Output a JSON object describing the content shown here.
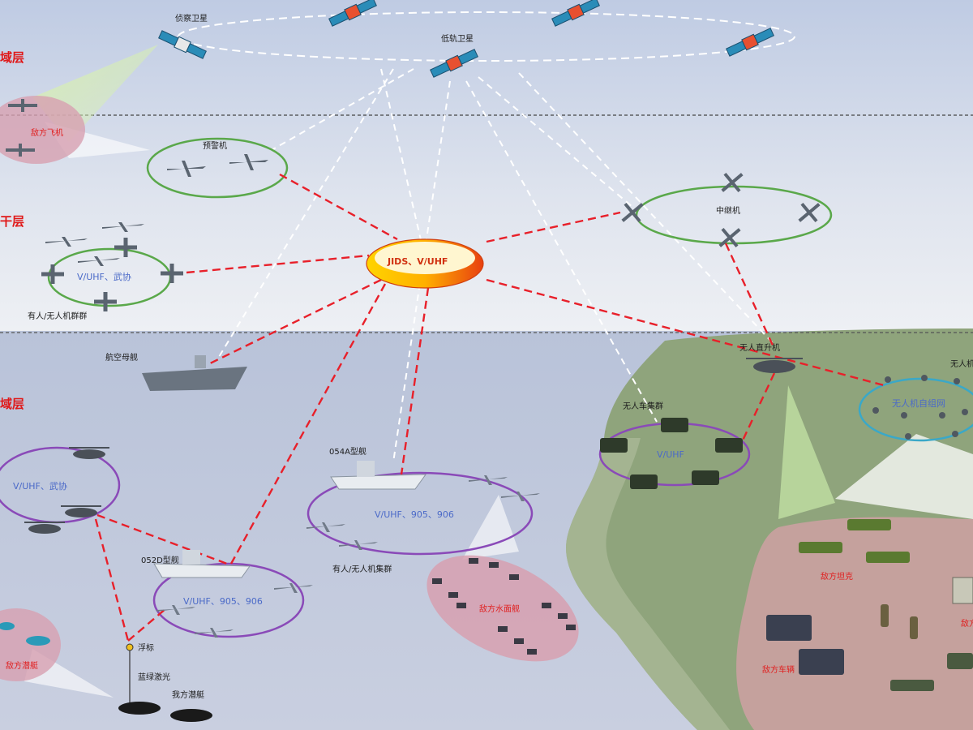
{
  "layers": {
    "space": "域层",
    "air": "干层",
    "surface": "域层"
  },
  "satellites": {
    "relay": "侦察卫星",
    "low_orbit": "低轨卫星"
  },
  "air": {
    "aew": "预警机",
    "relay": "中继机",
    "swarm_ring": "V/UHF、武协",
    "swarm": "有人/无人机群群",
    "enemy_aircraft": "敌方飞机"
  },
  "hub": {
    "label": "JIDS、V/UHF"
  },
  "sea": {
    "carrier": "航空母舰",
    "frigate_054a": "054A型舰",
    "destroyer_052d": "052D型舰",
    "heli_ring": "V/UHF、武协",
    "ring_054a": "V/UHF、905、906",
    "ring_052d": "V/UHF、905、906",
    "swarm_054a": "有人/无人机集群",
    "enemy_ships": "敌方水面舰",
    "enemy_sub": "敌方潜艇",
    "buoy": "浮标",
    "laser": "蓝绿激光",
    "own_sub": "我方潜艇"
  },
  "ground": {
    "helicopter": "无人直升机",
    "ugv_group": "无人车集群",
    "ugv_ring": "V/UHF",
    "drone_group": "无人机",
    "drone_ring": "无人机自组网",
    "enemy_tanks": "敌方坦克",
    "enemy_vehicles": "敌方车辆",
    "enemy_radar": "敌方"
  },
  "colors": {
    "sky_top": "#c6d2e8",
    "sea": "#c4ccdf",
    "land": "#8fa47c",
    "link_red": "#e8202a",
    "link_white": "#ffffff",
    "green_ring": "#5aa84a",
    "purple_ring": "#8a4ab8",
    "cyan_ring": "#3aa8c8",
    "enemy_zone": "#d7a0b0",
    "label_red": "#e01818",
    "ring_text": "#4b6ac8"
  }
}
